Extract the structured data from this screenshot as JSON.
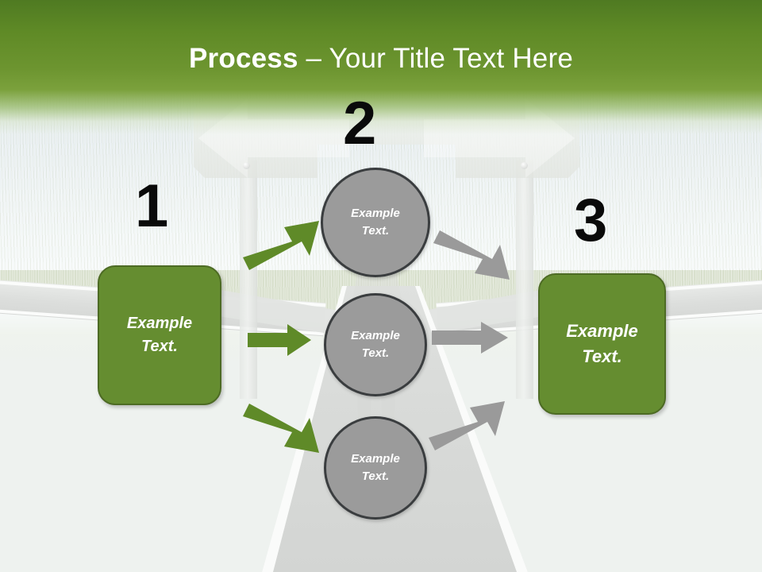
{
  "slide": {
    "title_strong": "Process",
    "title_light": " – Your Title Text Here"
  },
  "colors": {
    "header_green_top": "#4f7a22",
    "header_green_mid": "#6d9530",
    "box_green": "#658D30",
    "box_green_border": "#4d6b24",
    "circle_gray": "#9B9B9B",
    "circle_border": "#3a3d3f",
    "arrow_green": "#5f8a28",
    "arrow_gray": "#9a9a9a",
    "number_black": "#0a0a0a",
    "text_white": "#ffffff",
    "road_gray": "#d9dbd9",
    "grass": "#dde4d2",
    "sky": "#e7eef0"
  },
  "steps": [
    {
      "number": "1",
      "label": "Example\nText.",
      "line1": "Example",
      "line2": "Text."
    },
    {
      "number": "2",
      "label": "Example\nText.",
      "line1": "Example",
      "line2": "Text."
    },
    {
      "number": "3",
      "label": "Example\nText.",
      "line1": "Example",
      "line2": "Text."
    }
  ],
  "boxes": {
    "left": {
      "line1": "Example",
      "line2": "Text."
    },
    "right": {
      "line1": "Example",
      "line2": "Text."
    }
  },
  "circles": [
    {
      "id": "top",
      "line1": "Example",
      "line2": "Text."
    },
    {
      "id": "middle",
      "line1": "Example",
      "line2": "Text."
    },
    {
      "id": "bottom",
      "line1": "Example",
      "line2": "Text."
    }
  ],
  "arrows": {
    "green": [
      {
        "id": "green-up-right",
        "direction": "up-right",
        "color": "#5f8a28"
      },
      {
        "id": "green-right",
        "direction": "right",
        "color": "#5f8a28"
      },
      {
        "id": "green-down-right",
        "direction": "down-right",
        "color": "#5f8a28"
      }
    ],
    "gray": [
      {
        "id": "gray-down-right",
        "direction": "down-right",
        "color": "#9a9a9a"
      },
      {
        "id": "gray-right",
        "direction": "right",
        "color": "#9a9a9a"
      },
      {
        "id": "gray-up-right",
        "direction": "up-right",
        "color": "#9a9a9a"
      }
    ]
  },
  "sign": {
    "name": "crossroads-direction-sign",
    "arrow_left": "left-arrow-panel",
    "arrow_right": "right-arrow-panel"
  }
}
